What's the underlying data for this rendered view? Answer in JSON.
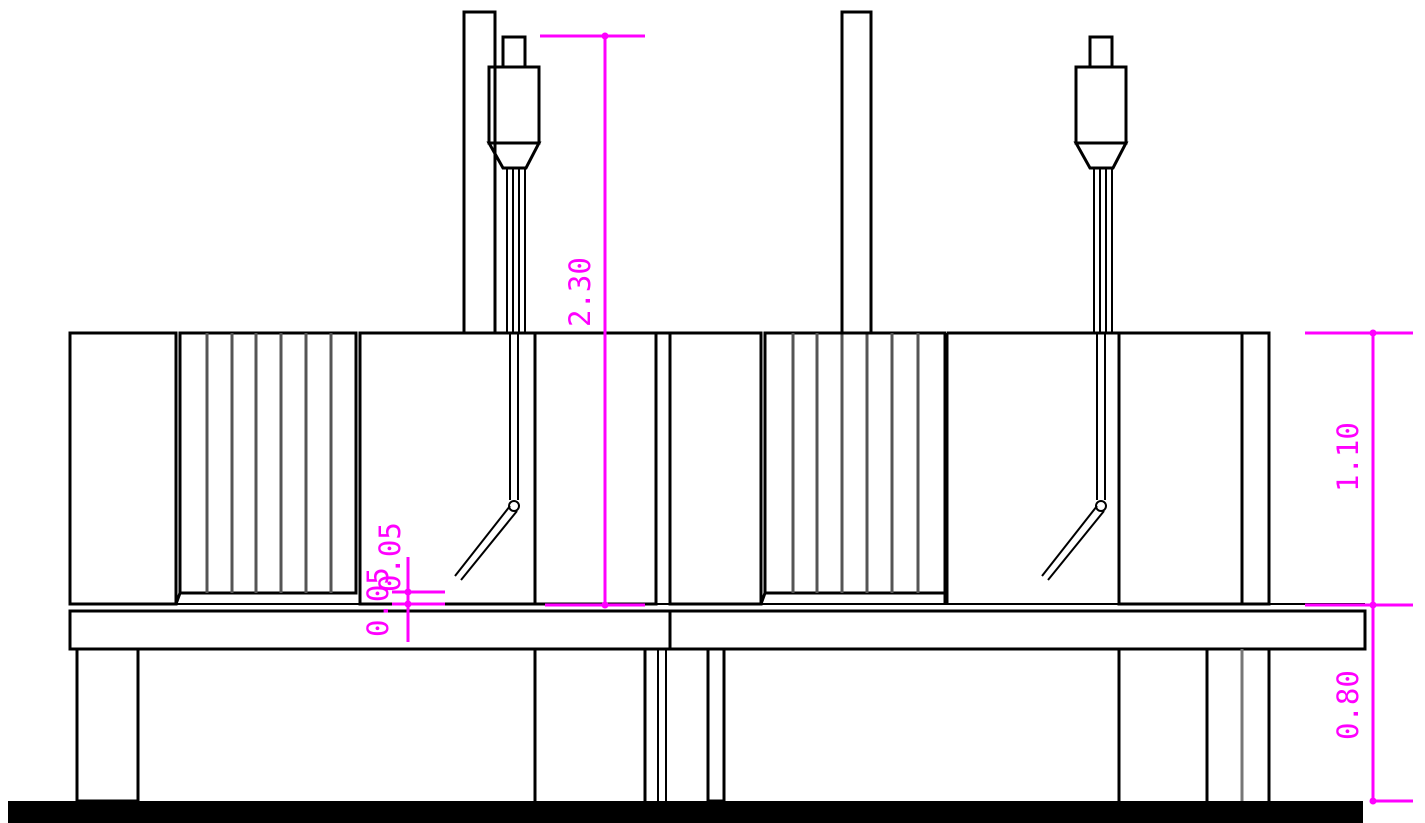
{
  "drawing": {
    "dimensions": {
      "total_height": "2.30",
      "upper_height": "1.10",
      "lower_height": "0.80",
      "thickness": "0.05",
      "thickness_repeat": "0.05"
    },
    "colors": {
      "linework": "#000000",
      "dimension": "#ff00ff",
      "grille": "#555555",
      "background": "#ffffff"
    }
  }
}
